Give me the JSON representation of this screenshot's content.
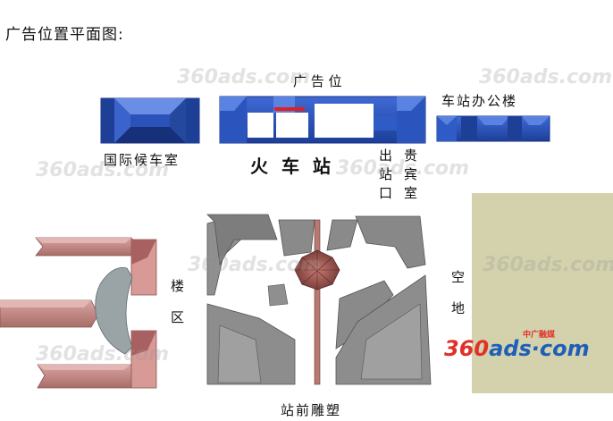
{
  "title": "广告位置平面图:",
  "labels": {
    "ad_position": "广 告 位",
    "station_office": "车站办公楼",
    "intl_waiting_room": "国际候车室",
    "train_station": "火  车  站",
    "exit": "出站口",
    "vip_room": "贵宾室",
    "building_zone": "楼区",
    "open_ground": "空地",
    "sculpture": "站前雕塑"
  },
  "watermark": {
    "brand": "360ads.com",
    "brand_num": "360",
    "brand_rest": "ads·com",
    "sub": "中广融媒"
  },
  "colors": {
    "blue": "#2a52b8",
    "blue_dark": "#1a3a8a",
    "blue_light": "#4a78d8",
    "pink": "#c88c88",
    "gray": "#8a8a8a",
    "open_ground": "#d3d2ac",
    "ad_red": "#e02020"
  }
}
